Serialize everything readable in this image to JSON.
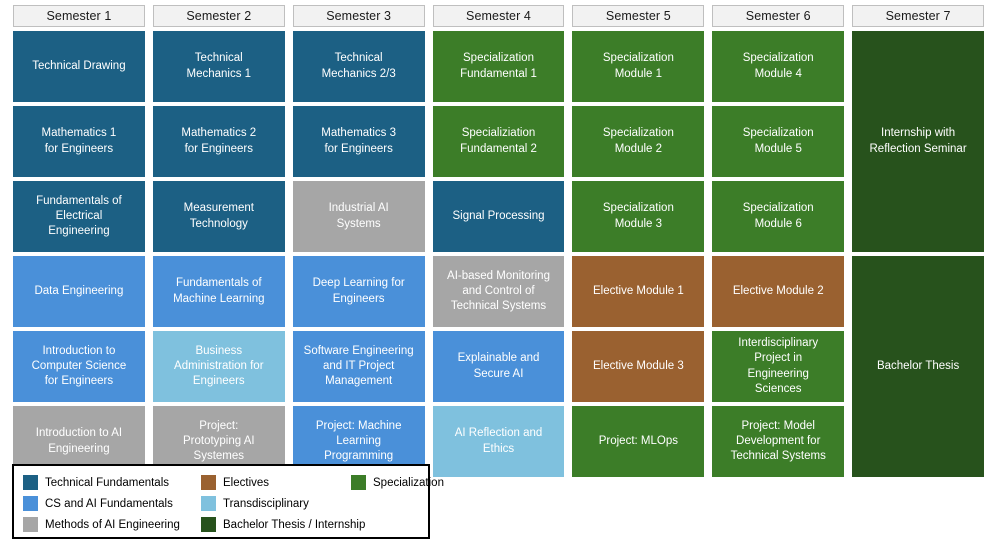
{
  "categories": {
    "technical": {
      "label": "Technical Fundamentals",
      "color": "#1C6084",
      "class": "cat-technical"
    },
    "csai": {
      "label": "CS and AI Fundamentals",
      "color": "#4A90D9",
      "class": "cat-csai"
    },
    "methods": {
      "label": "Methods of AI Engineering",
      "color": "#A6A6A6",
      "class": "cat-methods"
    },
    "electives": {
      "label": "Electives",
      "color": "#9A6130",
      "class": "cat-electives"
    },
    "transdisciplinary": {
      "label": "Transdisciplinary",
      "color": "#7FC1DE",
      "class": "cat-trans"
    },
    "thesis": {
      "label": "Bachelor Thesis / Internship",
      "color": "#27521C",
      "class": "cat-thesis"
    },
    "specialization": {
      "label": "Specialization",
      "color": "#3C7D28",
      "class": "cat-specialization"
    }
  },
  "columns": [
    {
      "header": "Semester 1",
      "modules": [
        {
          "label": "Technical Drawing",
          "category": "technical",
          "span": 1
        },
        {
          "label": "Mathematics 1\nfor Engineers",
          "category": "technical",
          "span": 1
        },
        {
          "label": "Fundamentals of\nElectrical\nEngineering",
          "category": "technical",
          "span": 1
        },
        {
          "label": "Data Engineering",
          "category": "csai",
          "span": 1
        },
        {
          "label": "Introduction to\nComputer Science\nfor Engineers",
          "category": "csai",
          "span": 1
        },
        {
          "label": "Introduction to AI\nEngineering",
          "category": "methods",
          "span": 1
        }
      ]
    },
    {
      "header": "Semester 2",
      "modules": [
        {
          "label": "Technical\nMechanics 1",
          "category": "technical",
          "span": 1
        },
        {
          "label": "Mathematics 2\nfor Engineers",
          "category": "technical",
          "span": 1
        },
        {
          "label": "Measurement\nTechnology",
          "category": "technical",
          "span": 1
        },
        {
          "label": "Fundamentals of\nMachine Learning",
          "category": "csai",
          "span": 1
        },
        {
          "label": "Business\nAdministration for\nEngineers",
          "category": "transdisciplinary",
          "span": 1
        },
        {
          "label": "Project:\nPrototyping AI\nSystemes",
          "category": "methods",
          "span": 1
        }
      ]
    },
    {
      "header": "Semester 3",
      "modules": [
        {
          "label": "Technical\nMechanics 2/3",
          "category": "technical",
          "span": 1
        },
        {
          "label": "Mathematics 3\nfor Engineers",
          "category": "technical",
          "span": 1
        },
        {
          "label": "Industrial AI\nSystems",
          "category": "methods",
          "span": 1
        },
        {
          "label": "Deep Learning for\nEngineers",
          "category": "csai",
          "span": 1
        },
        {
          "label": "Software Engineering\nand IT Project\nManagement",
          "category": "csai",
          "span": 1
        },
        {
          "label": "Project: Machine\nLearning\nProgramming",
          "category": "csai",
          "span": 1
        }
      ]
    },
    {
      "header": "Semester 4",
      "modules": [
        {
          "label": "Specialization\nFundamental 1",
          "category": "specialization",
          "span": 1
        },
        {
          "label": "Specializiation\nFundamental 2",
          "category": "specialization",
          "span": 1
        },
        {
          "label": "Signal Processing",
          "category": "technical",
          "span": 1
        },
        {
          "label": "AI-based Monitoring\nand Control of\nTechnical Systems",
          "category": "methods",
          "span": 1
        },
        {
          "label": "Explainable and\nSecure AI",
          "category": "csai",
          "span": 1
        },
        {
          "label": "AI Reflection and\nEthics",
          "category": "transdisciplinary",
          "span": 1
        }
      ]
    },
    {
      "header": "Semester 5",
      "modules": [
        {
          "label": "Specialization\nModule 1",
          "category": "specialization",
          "span": 1
        },
        {
          "label": "Specialization\nModule 2",
          "category": "specialization",
          "span": 1
        },
        {
          "label": "Specialization\nModule 3",
          "category": "specialization",
          "span": 1
        },
        {
          "label": "Elective Module 1",
          "category": "electives",
          "span": 1
        },
        {
          "label": "Elective Module 3",
          "category": "electives",
          "span": 1
        },
        {
          "label": "Project: MLOps",
          "category": "specialization",
          "span": 1
        }
      ]
    },
    {
      "header": "Semester 6",
      "modules": [
        {
          "label": "Specialization\nModule 4",
          "category": "specialization",
          "span": 1
        },
        {
          "label": "Specialization\nModule 5",
          "category": "specialization",
          "span": 1
        },
        {
          "label": "Specialization\nModule 6",
          "category": "specialization",
          "span": 1
        },
        {
          "label": "Elective Module 2",
          "category": "electives",
          "span": 1
        },
        {
          "label": "Interdisciplinary\nProject in\nEngineering\nSciences",
          "category": "specialization",
          "span": 1
        },
        {
          "label": "Project: Model\nDevelopment for\nTechnical Systems",
          "category": "specialization",
          "span": 1
        }
      ]
    },
    {
      "header": "Semester 7",
      "modules": [
        {
          "label": "Internship with\nReflection Seminar",
          "category": "thesis",
          "span": 3
        },
        {
          "label": "Bachelor Thesis",
          "category": "thesis",
          "span": 3
        }
      ]
    }
  ],
  "legend": {
    "rows": [
      [
        "technical",
        "electives",
        "specialization"
      ],
      [
        "csai",
        "transdisciplinary",
        null
      ],
      [
        "methods",
        "thesis",
        null
      ]
    ]
  }
}
